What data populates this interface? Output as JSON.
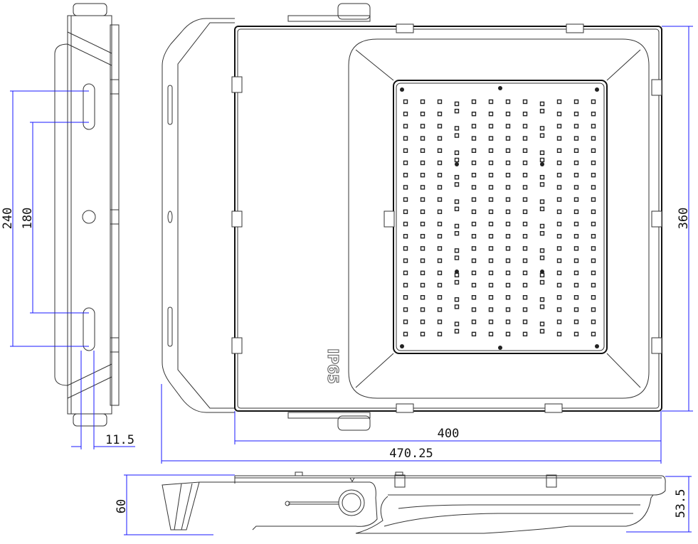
{
  "drawing": {
    "marking": "IP65",
    "dimensions": {
      "mount_outer": "240",
      "mount_inner": "180",
      "slot_offset": "11.5",
      "height": "360",
      "housing_width": "400",
      "overall_width": "470.25",
      "overall_depth": "60",
      "housing_depth": "53.5"
    },
    "led_grid": {
      "columns": 12,
      "rows": 20
    },
    "colors": {
      "outline": "#333333",
      "dimension_line": "#1a1aff"
    }
  }
}
